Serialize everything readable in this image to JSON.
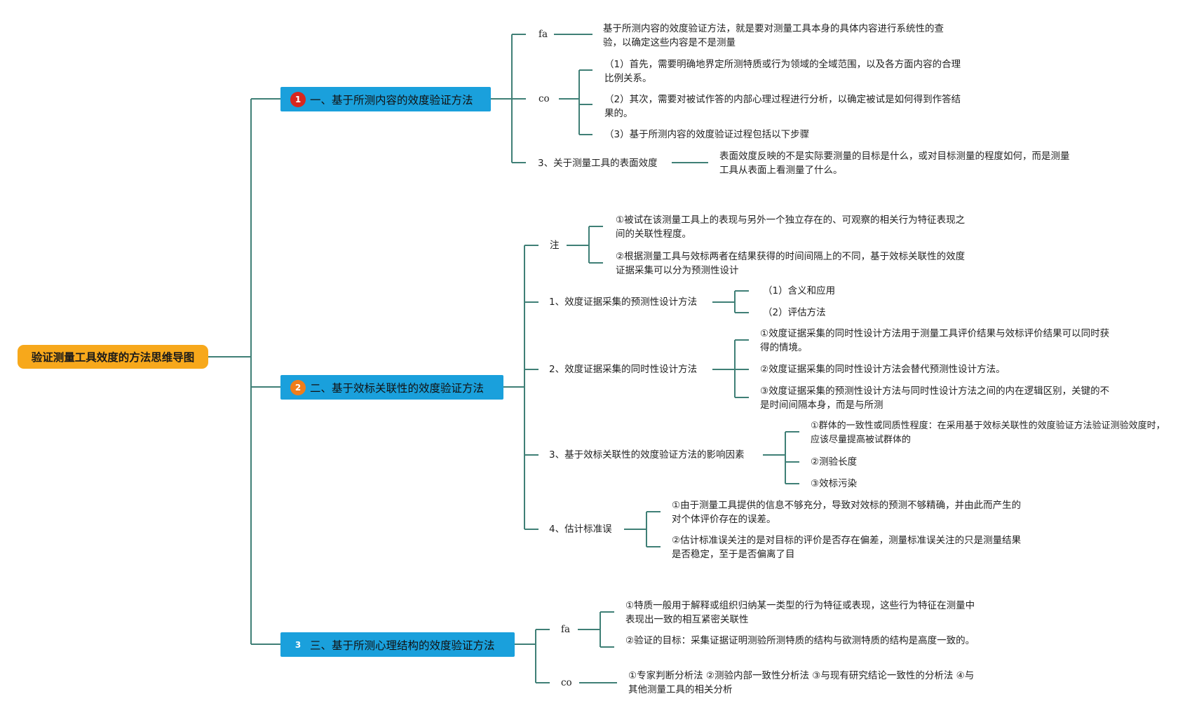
{
  "root": {
    "label": "验证测量工具效度的方法思维导图"
  },
  "branches": [
    {
      "label": "一、基于所测内容的效度验证方法",
      "badge": "1",
      "children": [
        {
          "label": "fa",
          "note": "基于所测内容的效度验证方法，就是要对测量工具本身的具体内容进行系统性的查验，以确定这些内容是不是测量"
        },
        {
          "label": "co",
          "items": [
            "（1）首先，需要明确地界定所测特质或行为领域的全域范围，以及各方面内容的合理比例关系。",
            "（2）其次，需要对被试作答的内部心理过程进行分析，以确定被试是如何得到作答结果的。",
            "（3）基于所测内容的效度验证过程包括以下步骤"
          ]
        },
        {
          "label": "3、关于测量工具的表面效度",
          "note": "表面效度反映的不是实际要测量的目标是什么，或对目标测量的程度如何，而是测量工具从表面上看测量了什么。"
        }
      ]
    },
    {
      "label": "二、基于效标关联性的效度验证方法",
      "badge": "2",
      "children": [
        {
          "label": "注",
          "items": [
            "①被试在该测量工具上的表现与另外一个独立存在的、可观察的相关行为特征表现之间的关联性程度。",
            "②根据测量工具与效标两者在结果获得的时间间隔上的不同，基于效标关联性的效度证据采集可以分为预测性设计"
          ]
        },
        {
          "label": "1、效度证据采集的预测性设计方法",
          "items": [
            "（1）含义和应用",
            "（2）评估方法"
          ]
        },
        {
          "label": "2、效度证据采集的同时性设计方法",
          "items": [
            "①效度证据采集的同时性设计方法用于测量工具评价结果与效标评价结果可以同时获得的情境。",
            "②效度证据采集的同时性设计方法会替代预测性设计方法。",
            "③效度证据采集的预测性设计方法与同时性设计方法之间的内在逻辑区别，关键的不是时间间隔本身，而是与所测"
          ]
        },
        {
          "label": "3、基于效标关联性的效度验证方法的影响因素",
          "items": [
            "①群体的一致性或同质性程度：在采用基于效标关联性的效度验证方法验证测验效度时，应该尽量提高被试群体的",
            "②测验长度",
            "③效标污染"
          ]
        },
        {
          "label": "4、估计标准误",
          "items": [
            "①由于测量工具提供的信息不够充分，导致对效标的预测不够精确，并由此而产生的对个体评价存在的误差。",
            "②估计标准误关注的是对目标的评价是否存在偏差，测量标准误关注的只是测量结果是否稳定，至于是否偏离了目"
          ]
        }
      ]
    },
    {
      "label": "三、基于所测心理结构的效度验证方法",
      "badge": "3",
      "children": [
        {
          "label": "fa",
          "items": [
            "①特质一般用于解释或组织归纳某一类型的行为特征或表现，这些行为特征在测量中表现出一致的相互紧密关联性",
            "②验证的目标：采集证据证明测验所测特质的结构与欲测特质的结构是高度一致的。"
          ]
        },
        {
          "label": "co",
          "note": "①专家判断分析法 ②测验内部一致性分析法 ③与现有研究结论一致性的分析法 ④与其他测量工具的相关分析"
        }
      ]
    }
  ],
  "colors": {
    "line": "#3f7f76",
    "root": "#f7a81b",
    "branch": "#1aa0dc",
    "badge1": "#d8261e",
    "badge2": "#f07d1a",
    "badge3": "#1aa0dc"
  }
}
